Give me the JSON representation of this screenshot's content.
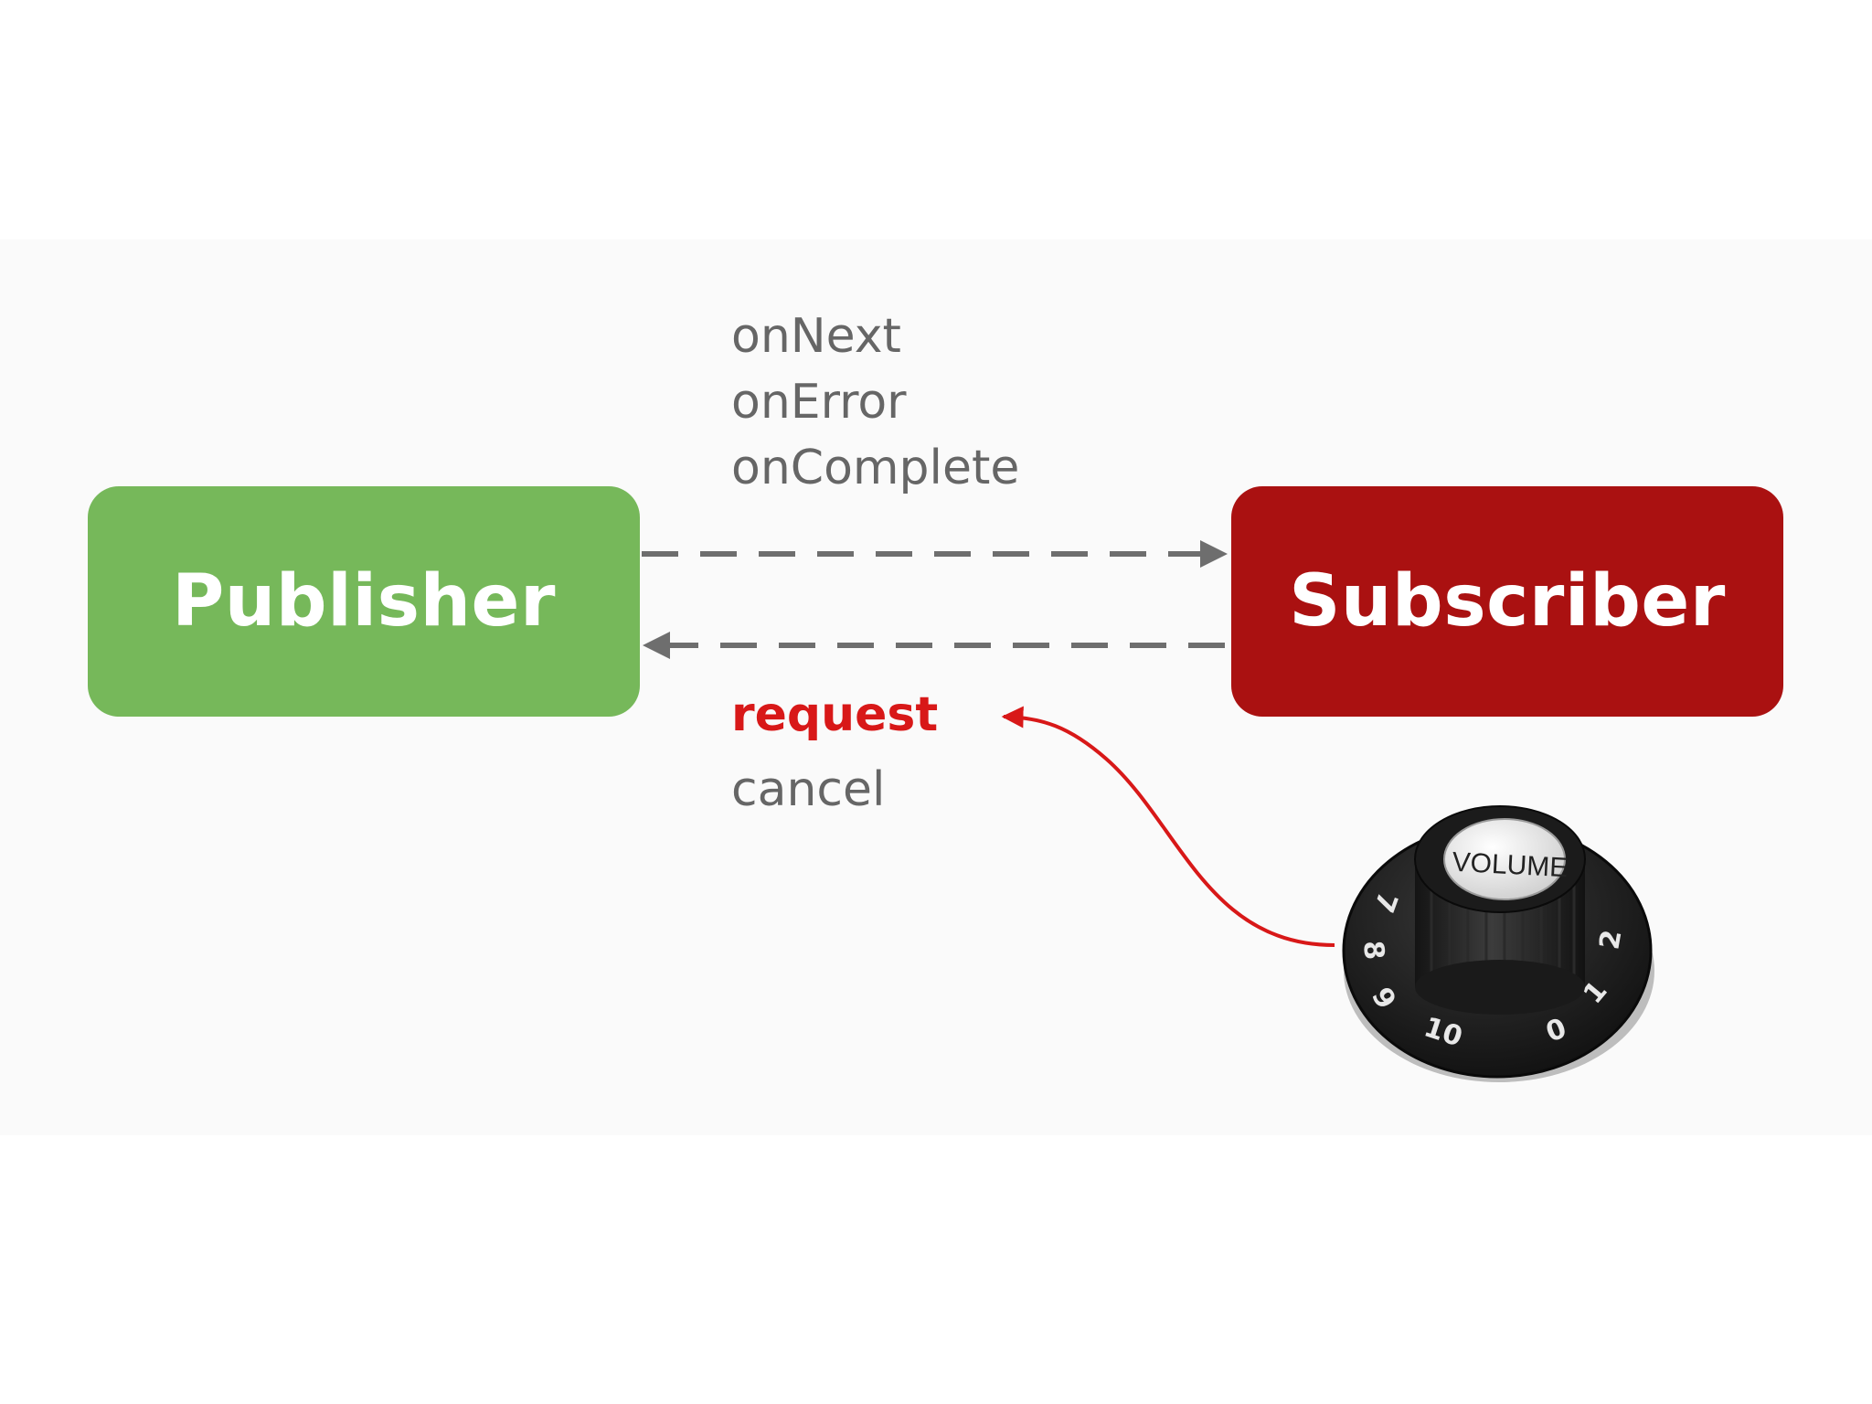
{
  "diagram": {
    "publisher": {
      "label": "Publisher"
    },
    "subscriber": {
      "label": "Subscriber"
    },
    "signals_to_subscriber": [
      "onNext",
      "onError",
      "onComplete"
    ],
    "signals_to_publisher": {
      "request": "request",
      "cancel": "cancel"
    },
    "knob": {
      "cap_label": "VOLUME",
      "scale_numbers": [
        "0",
        "1",
        "2",
        "7",
        "8",
        "9",
        "10"
      ]
    }
  },
  "colors": {
    "publisher_fill": "#76b85a",
    "subscriber_fill": "#aa1111",
    "label_gray": "#666666",
    "accent_red": "#d81818",
    "arrow_gray": "#6e6e6e",
    "knob_black": "#1b1b1b"
  }
}
